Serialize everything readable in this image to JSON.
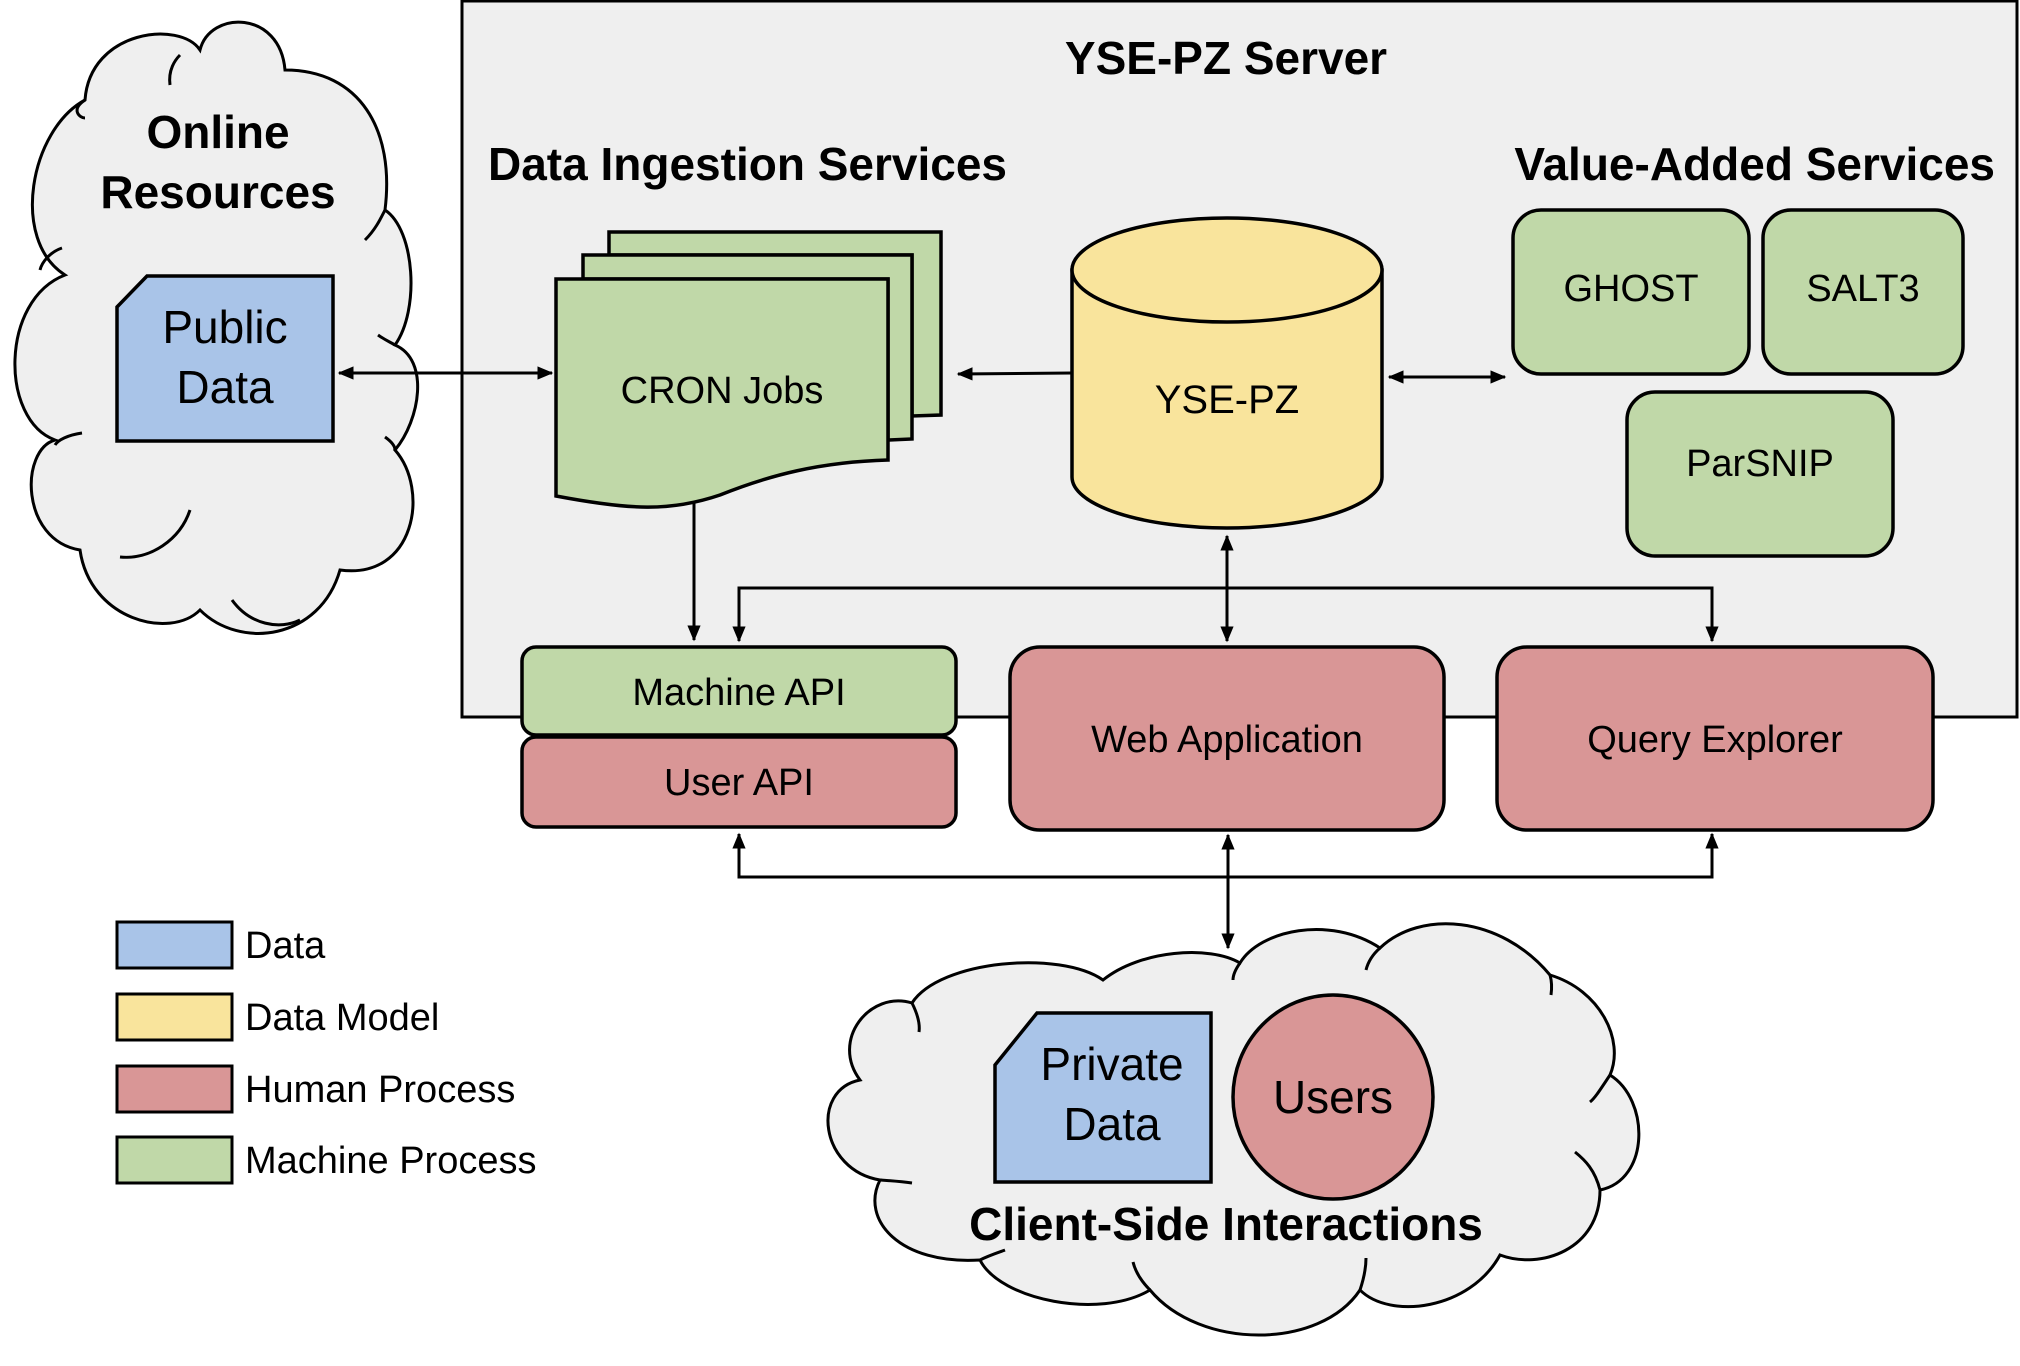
{
  "colors": {
    "data": "#a9c4e8",
    "data_model": "#f9e49c",
    "human_process": "#d99696",
    "machine_process": "#c0d8a8",
    "server_bg": "#efefef",
    "cloud_bg": "#efefef"
  },
  "online_resources": {
    "title_line1": "Online",
    "title_line2": "Resources",
    "public_data_line1": "Public",
    "public_data_line2": "Data"
  },
  "server": {
    "title": "YSE-PZ Server",
    "ingestion_title": "Data Ingestion Services",
    "value_added_title": "Value-Added Services",
    "cron_jobs": "CRON Jobs",
    "database": "YSE-PZ",
    "services": [
      "GHOST",
      "SALT3",
      "ParSNIP"
    ],
    "machine_api": "Machine API",
    "user_api": "User API",
    "web_application": "Web Application",
    "query_explorer": "Query Explorer"
  },
  "client": {
    "title": "Client-Side Interactions",
    "private_data_line1": "Private",
    "private_data_line2": "Data",
    "users": "Users"
  },
  "legend": [
    {
      "label": "Data",
      "color_key": "data"
    },
    {
      "label": "Data Model",
      "color_key": "data_model"
    },
    {
      "label": "Human Process",
      "color_key": "human_process"
    },
    {
      "label": "Machine Process",
      "color_key": "machine_process"
    }
  ]
}
